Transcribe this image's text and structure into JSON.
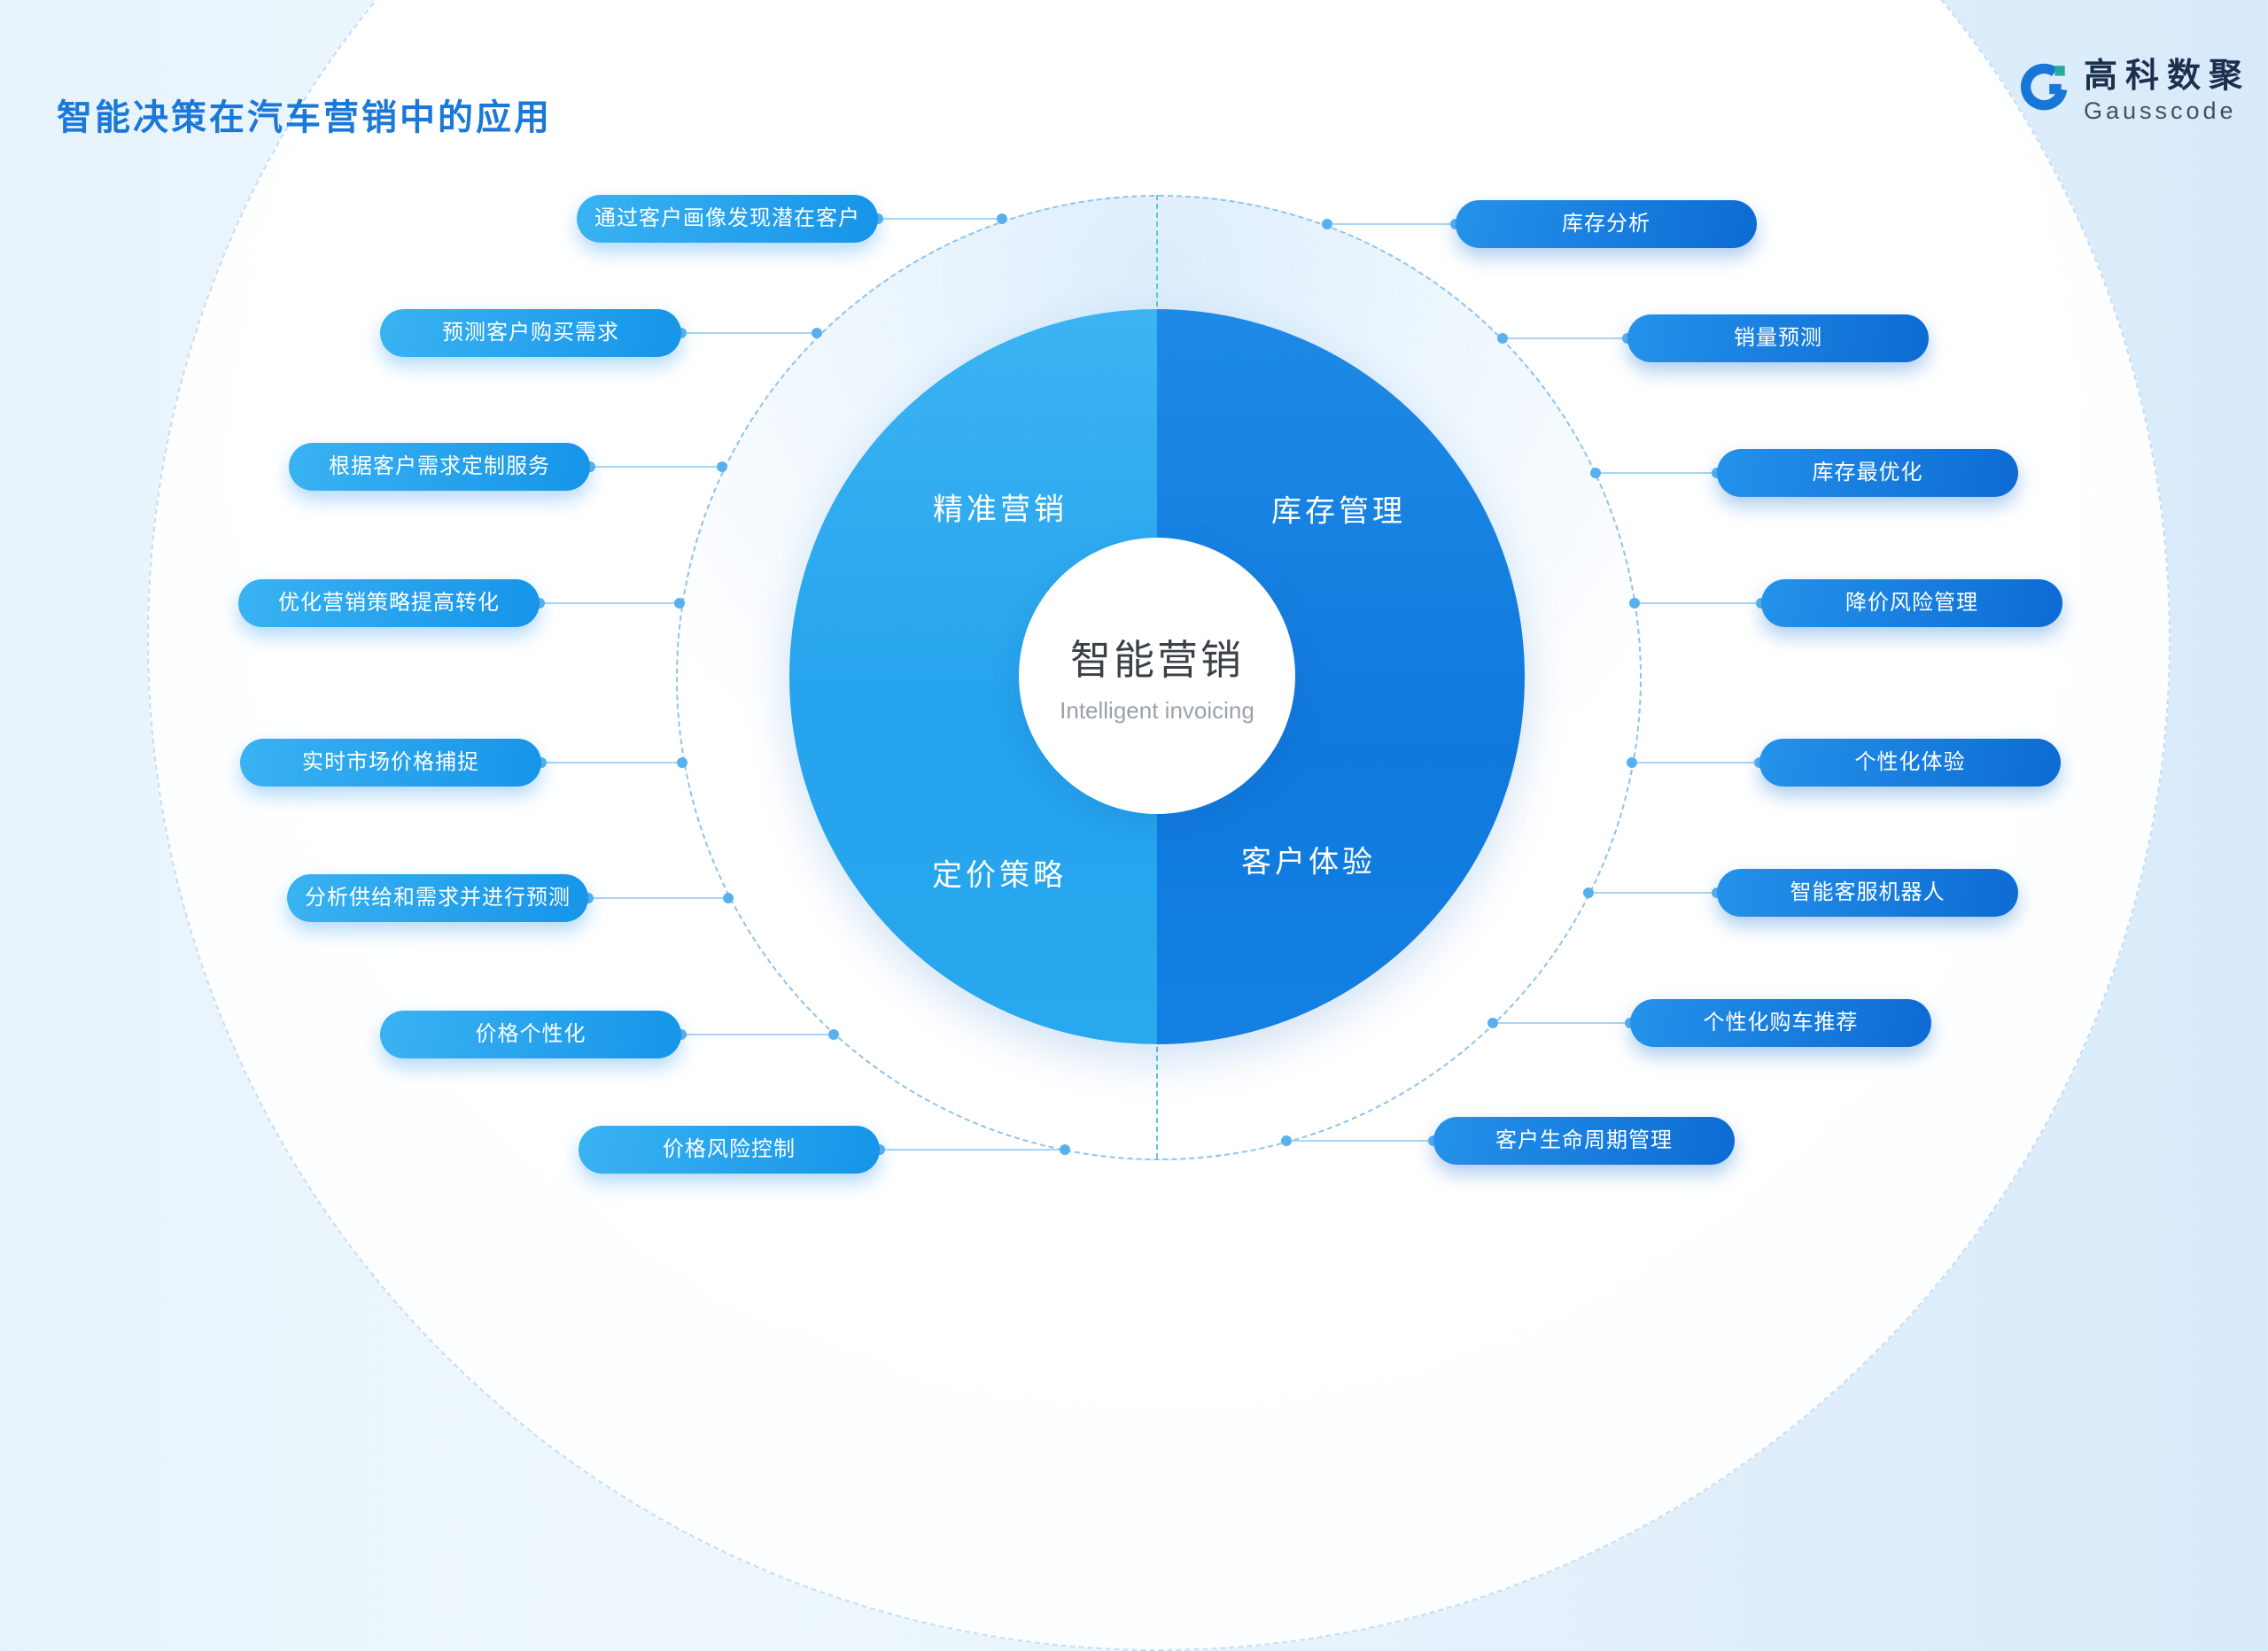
{
  "page": {
    "title": "智能决策在汽车营销中的应用"
  },
  "logo": {
    "name": "高科数聚",
    "subtitle": "Gausscode"
  },
  "center": {
    "title": "智能营销",
    "subtitle": "Intelligent invoicing"
  },
  "quadrants": {
    "top_left": "精准营销",
    "top_right": "库存管理",
    "bottom_left": "定价策略",
    "bottom_right": "客户体验"
  },
  "left_pills": [
    {
      "label": "通过客户画像发现潜在客户"
    },
    {
      "label": "预测客户购买需求"
    },
    {
      "label": "根据客户需求定制服务"
    },
    {
      "label": "优化营销策略提高转化"
    },
    {
      "label": "实时市场价格捕捉"
    },
    {
      "label": "分析供给和需求并进行预测"
    },
    {
      "label": "价格个性化"
    },
    {
      "label": "价格风险控制"
    }
  ],
  "right_pills": [
    {
      "label": "库存分析"
    },
    {
      "label": "销量预测"
    },
    {
      "label": "库存最优化"
    },
    {
      "label": "降价风险管理"
    },
    {
      "label": "个性化体验"
    },
    {
      "label": "智能客服机器人"
    },
    {
      "label": "个性化购车推荐"
    },
    {
      "label": "客户生命周期管理"
    }
  ],
  "colors": {
    "title_blue": "#1a78d8",
    "half_left_blue": "#2aa9ef",
    "half_right_blue": "#1079dd",
    "pill_left_gradient": [
      "#3ab3f2",
      "#1694e8"
    ],
    "pill_right_gradient": [
      "#2492ea",
      "#0d6bd3"
    ],
    "dashed_ring": "#8ec3ed",
    "connector": "#a9d4f3",
    "logo_navy": "#1d2f4e",
    "logo_teal": "#2aa8a0"
  }
}
